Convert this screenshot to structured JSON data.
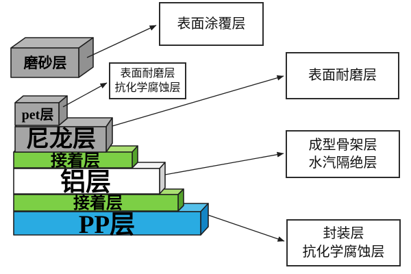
{
  "colors": {
    "gray_front": "#a5a5a5",
    "gray_top": "#b6b6b6",
    "gray_side": "#919191",
    "green_front": "#7ccf45",
    "green_top": "#aadf72",
    "green_side": "#55a32c",
    "white_front": "#ffffff",
    "white_top": "#f4f4f4",
    "white_side": "#d2d2d2",
    "blue_front": "#29abe2",
    "blue_top": "#55c0ea",
    "blue_side": "#1385c5",
    "outline": "#1f1f1f",
    "arrow": "#1f1f1f",
    "callout_border": "#2b2b2b",
    "text": "#000000"
  },
  "layers": [
    {
      "label": "磨砂层"
    },
    {
      "label": "pet层"
    },
    {
      "label": "尼龙层"
    },
    {
      "label": "接着层"
    },
    {
      "label": "铝层"
    },
    {
      "label": "接着层"
    },
    {
      "label": "PP层"
    }
  ],
  "callouts": [
    {
      "line1": "表面涂覆层"
    },
    {
      "line1": "表面耐磨层",
      "line2": "抗化学腐蚀层"
    },
    {
      "line1": "表面耐磨层"
    },
    {
      "line1": "成型骨架层",
      "line2": "水汽隔绝层"
    },
    {
      "line1": "封装层",
      "line2": "抗化学腐蚀层"
    }
  ]
}
